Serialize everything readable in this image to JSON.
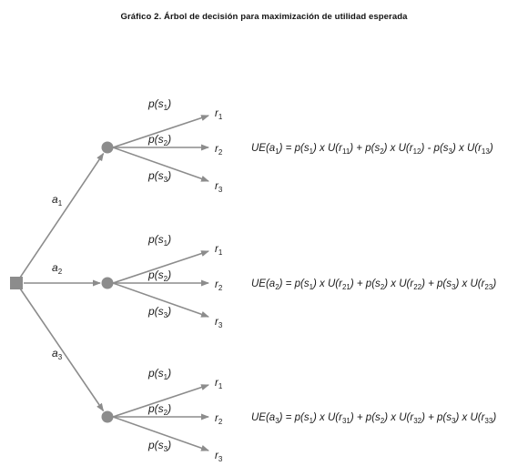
{
  "title": "Gráfico 2. Árbol de decisión para maximización de utilidad esperada",
  "colors": {
    "branch": "#8c8c8c",
    "node": "#8c8c8c",
    "text": "#1a1a1a"
  },
  "decision_node": {
    "name": "decision-node-square"
  },
  "actions": [
    {
      "label": "a",
      "sub": "1",
      "probabilities": [
        {
          "label": "p(s",
          "sub": "1",
          "close": ")"
        },
        {
          "label": "p(s",
          "sub": "2",
          "close": ")"
        },
        {
          "label": "p(s",
          "sub": "3",
          "close": ")"
        }
      ],
      "outcomes": [
        {
          "label": "r",
          "sub": "1"
        },
        {
          "label": "r",
          "sub": "2"
        },
        {
          "label": "r",
          "sub": "3"
        }
      ],
      "equation": [
        {
          "t": "UE(a"
        },
        {
          "s": "1"
        },
        {
          "t": ") = p(s"
        },
        {
          "s": "1"
        },
        {
          "t": ") x U(r"
        },
        {
          "s": "11"
        },
        {
          "t": ") + p(s"
        },
        {
          "s": "2"
        },
        {
          "t": ") x U(r"
        },
        {
          "s": "12"
        },
        {
          "t": ") - p(s"
        },
        {
          "s": "3"
        },
        {
          "t": ") x U(r"
        },
        {
          "s": "13"
        },
        {
          "t": ")"
        }
      ]
    },
    {
      "label": "a",
      "sub": "2",
      "probabilities": [
        {
          "label": "p(s",
          "sub": "1",
          "close": ")"
        },
        {
          "label": "p(s",
          "sub": "2",
          "close": ")"
        },
        {
          "label": "p(s",
          "sub": "3",
          "close": ")"
        }
      ],
      "outcomes": [
        {
          "label": "r",
          "sub": "1"
        },
        {
          "label": "r",
          "sub": "2"
        },
        {
          "label": "r",
          "sub": "3"
        }
      ],
      "equation": [
        {
          "t": "UE(a"
        },
        {
          "s": "2"
        },
        {
          "t": ") = p(s"
        },
        {
          "s": "1"
        },
        {
          "t": ") x U(r"
        },
        {
          "s": "21"
        },
        {
          "t": ") + p(s"
        },
        {
          "s": "2"
        },
        {
          "t": ") x U(r"
        },
        {
          "s": "22"
        },
        {
          "t": ") + p(s"
        },
        {
          "s": "3"
        },
        {
          "t": ") x U(r"
        },
        {
          "s": "23"
        },
        {
          "t": ")"
        }
      ]
    },
    {
      "label": "a",
      "sub": "3",
      "probabilities": [
        {
          "label": "p(s",
          "sub": "1",
          "close": ")"
        },
        {
          "label": "p(s",
          "sub": "2",
          "close": ")"
        },
        {
          "label": "p(s",
          "sub": "3",
          "close": ")"
        }
      ],
      "outcomes": [
        {
          "label": "r",
          "sub": "1"
        },
        {
          "label": "r",
          "sub": "2"
        },
        {
          "label": "r",
          "sub": "3"
        }
      ],
      "equation": [
        {
          "t": "UE(a"
        },
        {
          "s": "3"
        },
        {
          "t": ") = p(s"
        },
        {
          "s": "1"
        },
        {
          "t": ") x U(r"
        },
        {
          "s": "31"
        },
        {
          "t": ") + p(s"
        },
        {
          "s": "2"
        },
        {
          "t": ") x U(r"
        },
        {
          "s": "32"
        },
        {
          "t": ") + p(s"
        },
        {
          "s": "3"
        },
        {
          "t": ") x U(r"
        },
        {
          "s": "33"
        },
        {
          "t": ")"
        }
      ]
    }
  ]
}
